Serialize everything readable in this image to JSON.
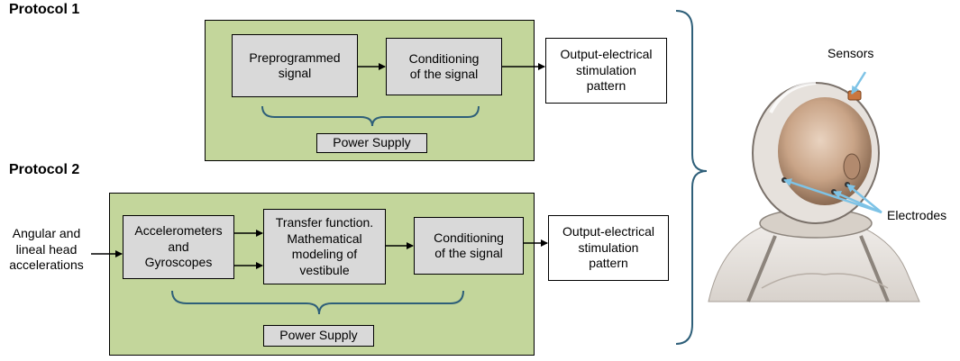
{
  "protocol1": {
    "title": "Protocol 1",
    "preprogrammed": "Preprogrammed\nsignal",
    "conditioning": "Conditioning\nof the signal",
    "output": "Output-electrical\nstimulation\npattern",
    "power": "Power Supply"
  },
  "protocol2": {
    "title": "Protocol 2",
    "input": "Angular and\nlineal head\naccelerations",
    "sensors": "Accelerometers\nand\nGyroscopes",
    "transfer": "Transfer function.\nMathematical\nmodeling of\nvestibule",
    "conditioning": "Conditioning\nof the signal",
    "output": "Output-electrical\nstimulation\npattern",
    "power": "Power Supply"
  },
  "illustration": {
    "sensors_label": "Sensors",
    "electrodes_label": "Electrodes"
  },
  "colors": {
    "panel": "#c3d69b",
    "box": "#d9d9d9",
    "brace": "#2e5f79",
    "pointer": "#7ec3e6"
  }
}
